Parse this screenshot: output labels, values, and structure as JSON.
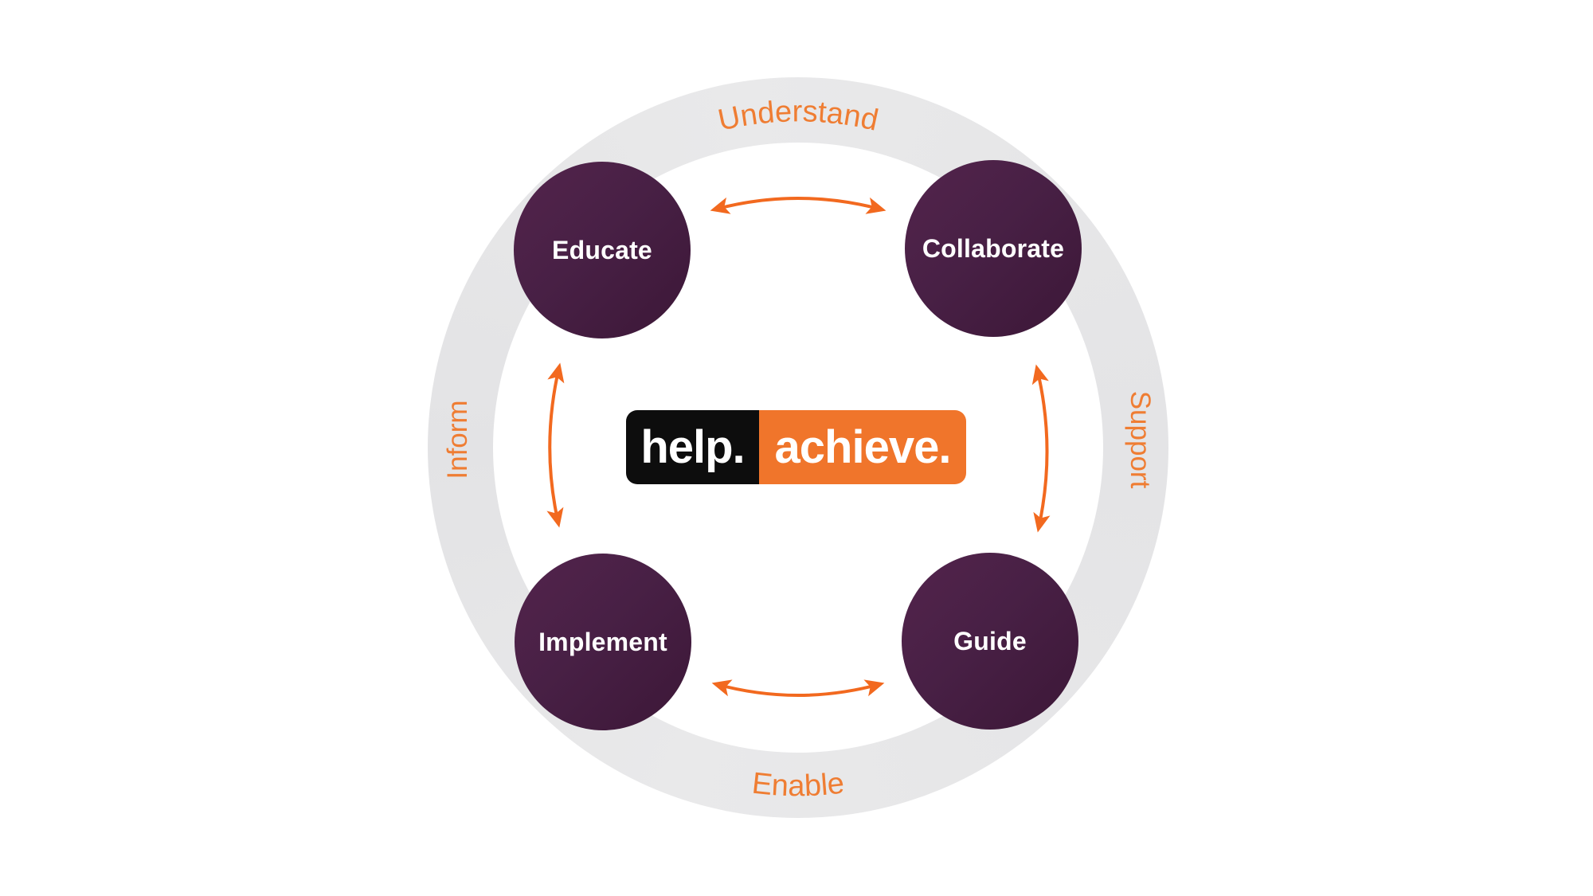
{
  "diagram": {
    "logo": {
      "left": "help.",
      "right": "achieve."
    },
    "nodes": [
      {
        "label": "Educate"
      },
      {
        "label": "Collaborate"
      },
      {
        "label": "Implement"
      },
      {
        "label": "Guide"
      }
    ],
    "ring_labels": {
      "top": "Understand",
      "right": "Support",
      "bottom": "Enable",
      "left": "Inform"
    },
    "colors": {
      "accent_orange": "#F2691F",
      "ring_word_orange": "#EF7D33",
      "logo_orange": "#F0752B",
      "logo_black": "#0D0D0D",
      "node_purple": "#461C40",
      "ring_gray": "#E9E9EA",
      "label_white": "#FFFFFF"
    }
  }
}
